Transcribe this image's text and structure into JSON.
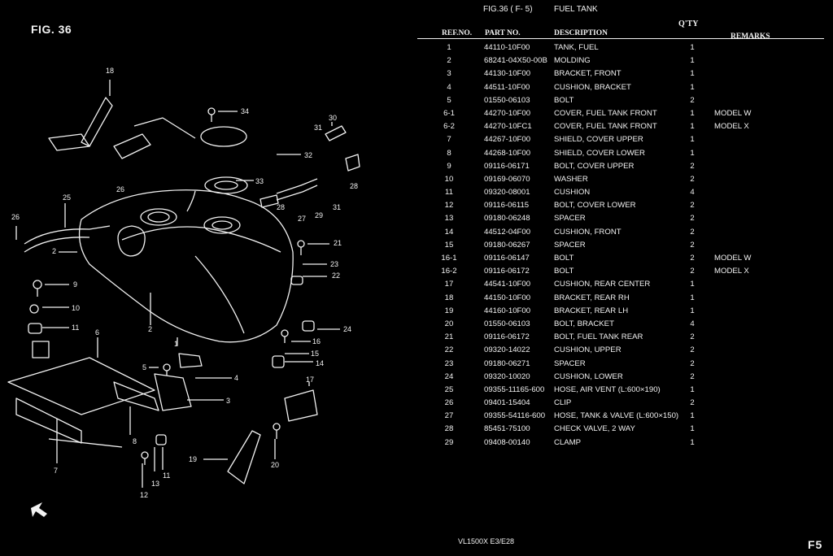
{
  "fig_label": "FIG. 36",
  "header": {
    "fig": "FIG.36 ( F- 5)",
    "title": "FUEL TANK",
    "qty_top": "Q'TY"
  },
  "columns": {
    "ref": "REF.NO.",
    "part": "PART NO.",
    "desc": "DESCRIPTION",
    "remarks": "REMARKS"
  },
  "parts": [
    {
      "ref": "1",
      "part": "44110-10F00",
      "desc": "TANK, FUEL",
      "qty": "1",
      "remarks": ""
    },
    {
      "ref": "2",
      "part": "68241-04X50-00B",
      "desc": "MOLDING",
      "qty": "1",
      "remarks": ""
    },
    {
      "ref": "3",
      "part": "44130-10F00",
      "desc": "BRACKET, FRONT",
      "qty": "1",
      "remarks": ""
    },
    {
      "ref": "4",
      "part": "44511-10F00",
      "desc": "CUSHION, BRACKET",
      "qty": "1",
      "remarks": ""
    },
    {
      "ref": "5",
      "part": "01550-06103",
      "desc": "BOLT",
      "qty": "2",
      "remarks": ""
    },
    {
      "ref": "6-1",
      "part": "44270-10F00",
      "desc": "COVER, FUEL TANK FRONT",
      "qty": "1",
      "remarks": "MODEL W"
    },
    {
      "ref": "6-2",
      "part": "44270-10FC1",
      "desc": "COVER, FUEL TANK FRONT",
      "qty": "1",
      "remarks": "MODEL X"
    },
    {
      "ref": "7",
      "part": "44267-10F00",
      "desc": "SHIELD, COVER UPPER",
      "qty": "1",
      "remarks": ""
    },
    {
      "ref": "8",
      "part": "44268-10F00",
      "desc": "SHIELD, COVER LOWER",
      "qty": "1",
      "remarks": ""
    },
    {
      "ref": "9",
      "part": "09116-06171",
      "desc": "BOLT, COVER UPPER",
      "qty": "2",
      "remarks": ""
    },
    {
      "ref": "10",
      "part": "09169-06070",
      "desc": "WASHER",
      "qty": "2",
      "remarks": ""
    },
    {
      "ref": "11",
      "part": "09320-08001",
      "desc": "CUSHION",
      "qty": "4",
      "remarks": ""
    },
    {
      "ref": "12",
      "part": "09116-06115",
      "desc": "BOLT, COVER LOWER",
      "qty": "2",
      "remarks": ""
    },
    {
      "ref": "13",
      "part": "09180-06248",
      "desc": "SPACER",
      "qty": "2",
      "remarks": ""
    },
    {
      "ref": "14",
      "part": "44512-04F00",
      "desc": "CUSHION, FRONT",
      "qty": "2",
      "remarks": ""
    },
    {
      "ref": "15",
      "part": "09180-06267",
      "desc": "SPACER",
      "qty": "2",
      "remarks": ""
    },
    {
      "ref": "16-1",
      "part": "09116-06147",
      "desc": "BOLT",
      "qty": "2",
      "remarks": "MODEL W"
    },
    {
      "ref": "16-2",
      "part": "09116-06172",
      "desc": "BOLT",
      "qty": "2",
      "remarks": "MODEL X"
    },
    {
      "ref": "17",
      "part": "44541-10F00",
      "desc": "CUSHION, REAR CENTER",
      "qty": "1",
      "remarks": ""
    },
    {
      "ref": "18",
      "part": "44150-10F00",
      "desc": "BRACKET, REAR RH",
      "qty": "1",
      "remarks": ""
    },
    {
      "ref": "19",
      "part": "44160-10F00",
      "desc": "BRACKET, REAR LH",
      "qty": "1",
      "remarks": ""
    },
    {
      "ref": "20",
      "part": "01550-06103",
      "desc": "BOLT, BRACKET",
      "qty": "4",
      "remarks": ""
    },
    {
      "ref": "21",
      "part": "09116-06172",
      "desc": "BOLT, FUEL TANK REAR",
      "qty": "2",
      "remarks": ""
    },
    {
      "ref": "22",
      "part": "09320-14022",
      "desc": "CUSHION, UPPER",
      "qty": "2",
      "remarks": ""
    },
    {
      "ref": "23",
      "part": "09180-06271",
      "desc": "SPACER",
      "qty": "2",
      "remarks": ""
    },
    {
      "ref": "24",
      "part": "09320-10020",
      "desc": "CUSHION, LOWER",
      "qty": "2",
      "remarks": ""
    },
    {
      "ref": "25",
      "part": "09355-11165-600",
      "desc": "HOSE, AIR VENT (L:600×190)",
      "qty": "1",
      "remarks": ""
    },
    {
      "ref": "26",
      "part": "09401-15404",
      "desc": "CLIP",
      "qty": "2",
      "remarks": ""
    },
    {
      "ref": "27",
      "part": "09355-54116-600",
      "desc": "HOSE, TANK & VALVE (L:600×150)",
      "qty": "1",
      "remarks": ""
    },
    {
      "ref": "28",
      "part": "85451-75100",
      "desc": "CHECK VALVE, 2 WAY",
      "qty": "1",
      "remarks": ""
    },
    {
      "ref": "29",
      "part": "09408-00140",
      "desc": "CLAMP",
      "qty": "1",
      "remarks": ""
    }
  ],
  "callouts": [
    "1",
    "2",
    "3",
    "4",
    "5",
    "6",
    "7",
    "8",
    "9",
    "10",
    "11",
    "12",
    "13",
    "14",
    "15",
    "16",
    "17",
    "18",
    "19",
    "20",
    "21",
    "22",
    "23",
    "24",
    "25",
    "26",
    "27",
    "28",
    "29",
    "30",
    "31",
    "32",
    "33",
    "34"
  ],
  "footer": {
    "model": "VL1500X  E3/E28",
    "page": "F5"
  }
}
